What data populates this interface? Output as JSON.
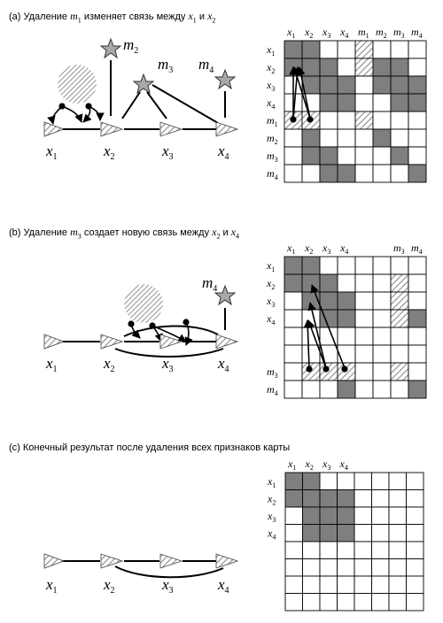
{
  "captions": {
    "a": {
      "prefix": "(a) Удаление ",
      "v1": "m",
      "v1s": "1",
      "mid": " изменяет связь между ",
      "v2": "x",
      "v2s": "1",
      "conj": " и ",
      "v3": "x",
      "v3s": "2"
    },
    "b": {
      "prefix": "(b) Удаление ",
      "v1": "m",
      "v1s": "3",
      "mid": " создает новую связь между ",
      "v2": "x",
      "v2s": "2",
      "conj": " и ",
      "v3": "x",
      "v3s": "4"
    },
    "c": {
      "text": "(c) Конечный результат после удаления всех признаков карты"
    }
  },
  "panels": [
    {
      "id": "a",
      "nodes": [
        {
          "id": "x1",
          "letter": "x",
          "sub": "1",
          "kind": "pose"
        },
        {
          "id": "x2",
          "letter": "x",
          "sub": "2",
          "kind": "pose"
        },
        {
          "id": "x3",
          "letter": "x",
          "sub": "3",
          "kind": "pose"
        },
        {
          "id": "x4",
          "letter": "x",
          "sub": "4",
          "kind": "pose"
        },
        {
          "id": "m1",
          "letter": "",
          "sub": "",
          "kind": "removed"
        },
        {
          "id": "m2",
          "letter": "m",
          "sub": "2",
          "kind": "landmark"
        },
        {
          "id": "m3",
          "letter": "m",
          "sub": "3",
          "kind": "landmark"
        },
        {
          "id": "m4",
          "letter": "m",
          "sub": "4",
          "kind": "landmark"
        }
      ],
      "matrix": {
        "col_labels": [
          {
            "l": "x",
            "s": "1"
          },
          {
            "l": "x",
            "s": "2"
          },
          {
            "l": "x",
            "s": "3"
          },
          {
            "l": "x",
            "s": "4"
          },
          {
            "l": "m",
            "s": "1"
          },
          {
            "l": "m",
            "s": "2"
          },
          {
            "l": "m",
            "s": "3"
          },
          {
            "l": "m",
            "s": "4"
          }
        ],
        "row_labels": [
          {
            "l": "x",
            "s": "1"
          },
          {
            "l": "x",
            "s": "2"
          },
          {
            "l": "x",
            "s": "3"
          },
          {
            "l": "x",
            "s": "4"
          },
          {
            "l": "m",
            "s": "1"
          },
          {
            "l": "m",
            "s": "2"
          },
          {
            "l": "m",
            "s": "3"
          },
          {
            "l": "m",
            "s": "4"
          }
        ],
        "cells": [
          "SS00H000",
          "SSS0HSS0",
          "0SSS0SSS",
          "00SS00SS",
          "HH00H000",
          "0S000S00",
          "0SS000S0",
          "00SS000S"
        ]
      }
    },
    {
      "id": "b",
      "nodes": [
        {
          "id": "x1",
          "letter": "x",
          "sub": "1",
          "kind": "pose"
        },
        {
          "id": "x2",
          "letter": "x",
          "sub": "2",
          "kind": "pose"
        },
        {
          "id": "x3",
          "letter": "x",
          "sub": "3",
          "kind": "pose"
        },
        {
          "id": "x4",
          "letter": "x",
          "sub": "4",
          "kind": "pose"
        },
        {
          "id": "m3",
          "letter": "",
          "sub": "",
          "kind": "removed"
        },
        {
          "id": "m4",
          "letter": "m",
          "sub": "4",
          "kind": "landmark"
        }
      ],
      "matrix": {
        "col_labels": [
          {
            "l": "x",
            "s": "1"
          },
          {
            "l": "x",
            "s": "2"
          },
          {
            "l": "x",
            "s": "3"
          },
          {
            "l": "x",
            "s": "4"
          },
          {
            "l": "",
            "s": ""
          },
          {
            "l": "",
            "s": ""
          },
          {
            "l": "m",
            "s": "3"
          },
          {
            "l": "m",
            "s": "4"
          }
        ],
        "row_labels": [
          {
            "l": "x",
            "s": "1"
          },
          {
            "l": "x",
            "s": "2"
          },
          {
            "l": "x",
            "s": "3"
          },
          {
            "l": "x",
            "s": "4"
          },
          {
            "l": "",
            "s": ""
          },
          {
            "l": "",
            "s": ""
          },
          {
            "l": "m",
            "s": "3"
          },
          {
            "l": "m",
            "s": "4"
          }
        ],
        "cells": [
          "SS000000",
          "SSS000H0",
          "0SSS00H0",
          "00SS00HS",
          "00000000",
          "00000000",
          "0HHH00H0",
          "000S000S"
        ]
      }
    },
    {
      "id": "c",
      "nodes": [
        {
          "id": "x1",
          "letter": "x",
          "sub": "1",
          "kind": "pose"
        },
        {
          "id": "x2",
          "letter": "x",
          "sub": "2",
          "kind": "pose"
        },
        {
          "id": "x3",
          "letter": "x",
          "sub": "3",
          "kind": "pose"
        },
        {
          "id": "x4",
          "letter": "x",
          "sub": "4",
          "kind": "pose"
        }
      ],
      "matrix": {
        "col_labels": [
          {
            "l": "x",
            "s": "1"
          },
          {
            "l": "x",
            "s": "2"
          },
          {
            "l": "x",
            "s": "3"
          },
          {
            "l": "x",
            "s": "4"
          },
          {
            "l": "",
            "s": ""
          },
          {
            "l": "",
            "s": ""
          },
          {
            "l": "",
            "s": ""
          },
          {
            "l": "",
            "s": ""
          }
        ],
        "row_labels": [
          {
            "l": "x",
            "s": "1"
          },
          {
            "l": "x",
            "s": "2"
          },
          {
            "l": "x",
            "s": "3"
          },
          {
            "l": "x",
            "s": "4"
          },
          {
            "l": "",
            "s": ""
          },
          {
            "l": "",
            "s": ""
          },
          {
            "l": "",
            "s": ""
          },
          {
            "l": "",
            "s": ""
          }
        ],
        "cells": [
          "SS000000",
          "SSSS0000",
          "0SSS0000",
          "0SSS0000",
          "00000000",
          "00000000",
          "00000000",
          "00000000"
        ]
      }
    }
  ],
  "colors": {
    "solid": "#7f7f7f",
    "hatch": "#b5b5b5",
    "grid": "#000000",
    "star": "#a9a9a9",
    "pose": "#8a8a8a"
  }
}
